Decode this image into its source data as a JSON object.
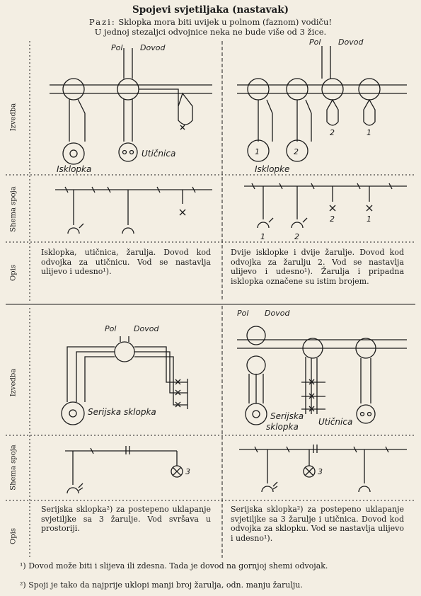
{
  "title": "Spojevi svjetiljaka (nastavak)",
  "note": {
    "lead": "Pazi:",
    "line1": "Sklopka mora biti uvijek u polnom (faznom) vodiču!",
    "line2": "U jednoj stezaljci odvojnice neka ne bude više od 3 žice."
  },
  "row_labels": {
    "izvedba": "Izvedba",
    "shema": "Shema spoja",
    "opis": "Opis"
  },
  "panels": [
    {
      "labels": {
        "pol": "Pol",
        "dovod": "Dovod",
        "uticnica": "Utičnica",
        "isklopka": "Isklopka"
      },
      "description": "Isklopka, utičnica, žarulja. Dovod kod odvojka za utičnicu. Vod se nastavlja ulijevo i udesno¹)."
    },
    {
      "labels": {
        "pol": "Pol",
        "dovod": "Dovod",
        "isklopke": "Isklopke",
        "n1": "1",
        "n2": "2"
      },
      "description": "Dvije isklopke i dvije žarulje. Dovod kod odvojka za žarulju 2. Vod se nastavlja ulijevo i udesno¹). Žarulja i pripadna isklopka označene su istim brojem."
    },
    {
      "labels": {
        "pol": "Pol",
        "dovod": "Dovod",
        "serijska": "Serijska sklopka",
        "n3": "3"
      },
      "description": "Serijska sklopka²) za postepeno uklapanje svjetiljke sa 3 žarulje. Vod svršava u prostoriji."
    },
    {
      "labels": {
        "pol": "Pol",
        "dovod": "Dovod",
        "serijska1": "Serijska",
        "serijska2": "sklopka",
        "uticnica": "Utičnica",
        "n3": "3"
      },
      "description": "Serijska sklopka²) za postepeno uklapanje svjetiljke sa 3 žarulje i utičnica. Dovod kod odvojka za sklopku. Vod se nastavlja ulijevo i udesno¹)."
    }
  ],
  "footnotes": [
    "¹) Dovod može biti i slijeva ili zdesna. Tada je dovod na gornjoj shemi odvojak.",
    "²) Spoji je tako da najprije uklopi manji broj žarulja, odn. manju žarulju."
  ]
}
